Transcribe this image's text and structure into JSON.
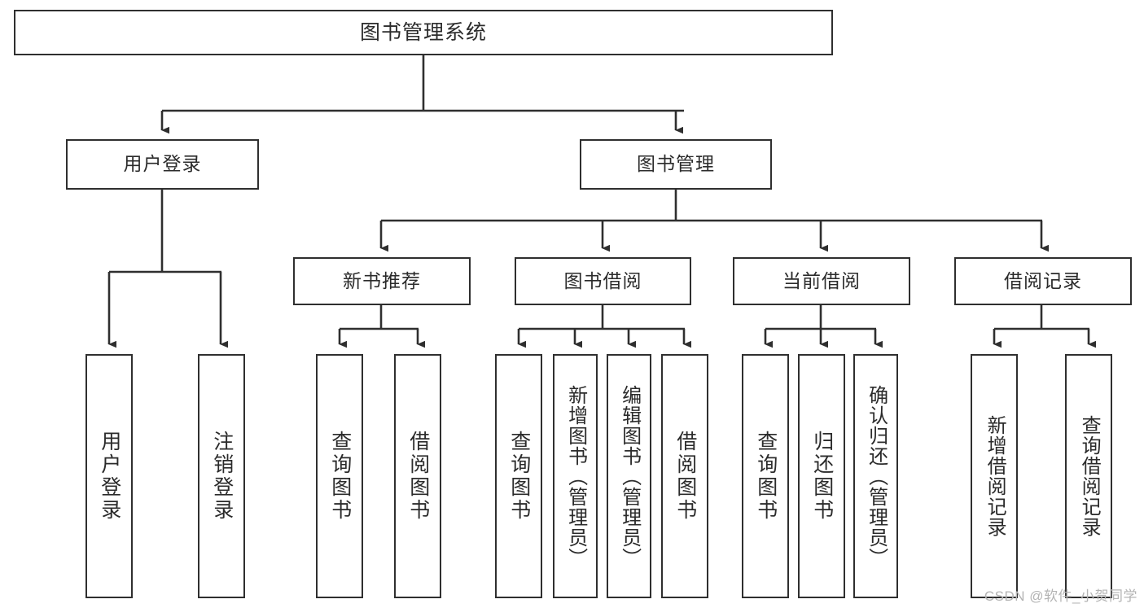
{
  "diagram": {
    "type": "tree-hierarchy-chart",
    "title": "图书管理系统",
    "line_color": "#2f2f2f",
    "box_fill": "#ffffff",
    "text_color": "#2b2b2b",
    "levels": [
      {
        "level": 1,
        "nodes": [
          {
            "id": "root",
            "label": "图书管理系统",
            "orientation": "horizontal"
          }
        ]
      },
      {
        "level": 2,
        "nodes": [
          {
            "id": "login",
            "label": "用户登录",
            "orientation": "horizontal"
          },
          {
            "id": "bookmgmt",
            "label": "图书管理",
            "orientation": "horizontal"
          }
        ]
      },
      {
        "level": 3,
        "nodes": [
          {
            "id": "newbook",
            "label": "新书推荐",
            "orientation": "horizontal"
          },
          {
            "id": "borrow",
            "label": "图书借阅",
            "orientation": "horizontal"
          },
          {
            "id": "current",
            "label": "当前借阅",
            "orientation": "horizontal"
          },
          {
            "id": "records",
            "label": "借阅记录",
            "orientation": "horizontal"
          }
        ]
      },
      {
        "level": 4,
        "nodes": [
          {
            "id": "leaf1",
            "label": "用户登录",
            "orientation": "vertical",
            "parent": "login"
          },
          {
            "id": "leaf2",
            "label": "注销登录",
            "orientation": "vertical",
            "parent": "login"
          },
          {
            "id": "leaf3",
            "label": "查询图书",
            "orientation": "vertical",
            "parent": "newbook"
          },
          {
            "id": "leaf4",
            "label": "借阅图书",
            "orientation": "vertical",
            "parent": "newbook"
          },
          {
            "id": "leaf5",
            "label": "查询图书",
            "orientation": "vertical",
            "parent": "borrow"
          },
          {
            "id": "leaf6",
            "label": "新增图书（管理员）",
            "orientation": "vertical",
            "parent": "borrow"
          },
          {
            "id": "leaf7",
            "label": "编辑图书（管理员）",
            "orientation": "vertical",
            "parent": "borrow"
          },
          {
            "id": "leaf8",
            "label": "借阅图书",
            "orientation": "vertical",
            "parent": "borrow"
          },
          {
            "id": "leaf9",
            "label": "查询图书",
            "orientation": "vertical",
            "parent": "current"
          },
          {
            "id": "leaf10",
            "label": "归还图书",
            "orientation": "vertical",
            "parent": "current"
          },
          {
            "id": "leaf11",
            "label": "确认归还（管理员）",
            "orientation": "vertical",
            "parent": "current"
          },
          {
            "id": "leaf12",
            "label": "新增借阅记录",
            "orientation": "vertical",
            "parent": "records"
          },
          {
            "id": "leaf13",
            "label": "查询借阅记录",
            "orientation": "vertical",
            "parent": "records"
          }
        ]
      }
    ]
  },
  "watermark": {
    "text": "CSDN @软件_小贺同学"
  }
}
